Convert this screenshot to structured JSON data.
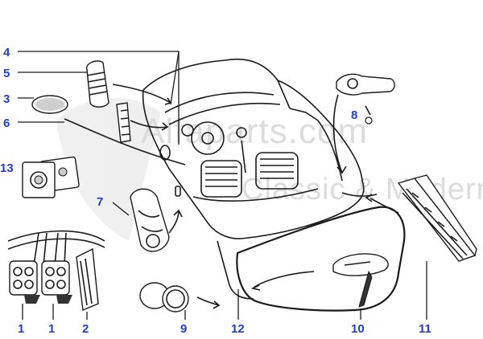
{
  "watermark": {
    "line1": "Alfaparts.com",
    "line2": "Classic & Modern"
  },
  "labels": {
    "l1a": "1",
    "l1b": "1",
    "l2": "2",
    "l3": "3",
    "l4": "4",
    "l5": "5",
    "l6": "6",
    "l7": "7",
    "l8": "8",
    "l9": "9",
    "l10": "10",
    "l11": "11",
    "l12": "12",
    "l13": "13"
  },
  "colors": {
    "label": "#1f3fd1",
    "ink": "#1a1a1a",
    "watermark": "#d9d9d9"
  }
}
